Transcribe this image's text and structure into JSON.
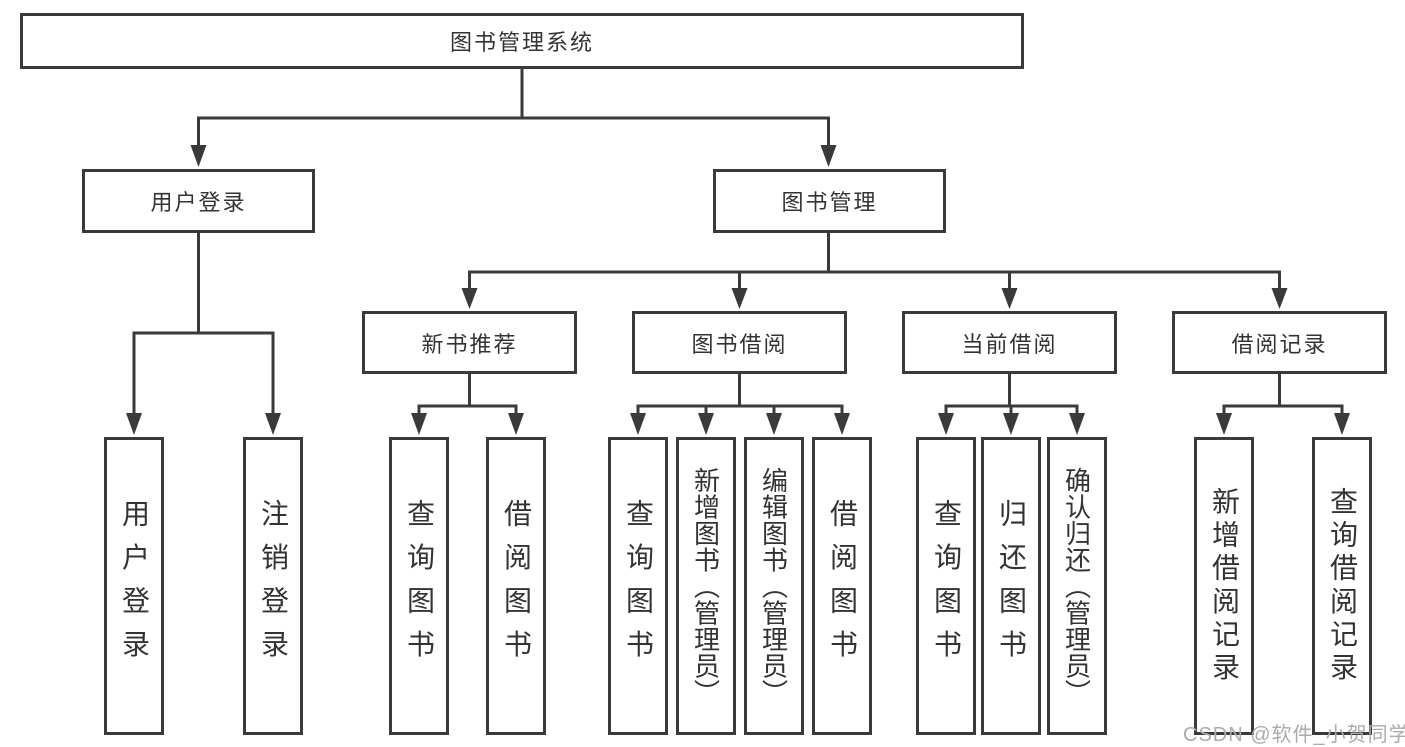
{
  "colors": {
    "background": "#ffffff",
    "line": "#3a3a3a",
    "box_border": "#3a3a3a",
    "text": "#333333",
    "watermark": "#ababab"
  },
  "root": {
    "label": "图书管理系统"
  },
  "level2": {
    "login": {
      "label": "用户登录"
    },
    "management": {
      "label": "图书管理"
    }
  },
  "level3": {
    "recommend": {
      "label": "新书推荐"
    },
    "borrow": {
      "label": "图书借阅"
    },
    "current": {
      "label": "当前借阅"
    },
    "records": {
      "label": "借阅记录"
    }
  },
  "leaves": {
    "login": [
      {
        "label": "用户登录"
      },
      {
        "label": "注销登录"
      }
    ],
    "recommend": [
      {
        "label": "查询图书"
      },
      {
        "label": "借阅图书"
      }
    ],
    "borrow": [
      {
        "label": "查询图书"
      },
      {
        "label": "新增图书（管理员）"
      },
      {
        "label": "编辑图书（管理员）"
      },
      {
        "label": "借阅图书"
      }
    ],
    "current": [
      {
        "label": "查询图书"
      },
      {
        "label": "归还图书"
      },
      {
        "label": "确认归还（管理员）"
      }
    ],
    "records": [
      {
        "label": "新增借阅记录"
      },
      {
        "label": "查询借阅记录"
      }
    ]
  },
  "watermark": {
    "label": "CSDN @软件_小贺同学"
  }
}
